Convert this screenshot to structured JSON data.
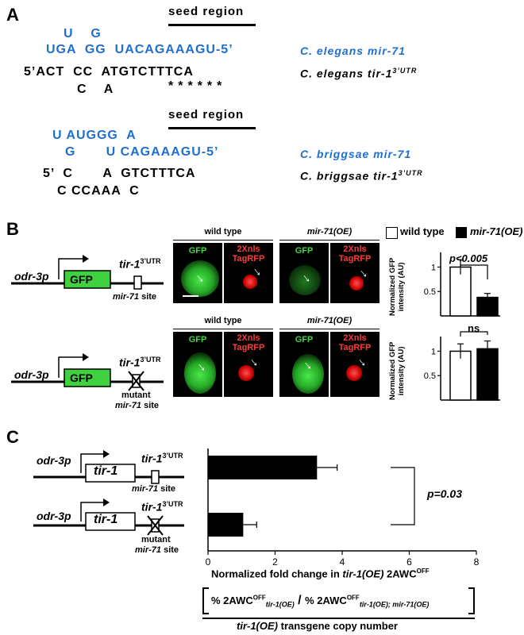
{
  "panelA": {
    "letter": "A",
    "group1": {
      "seed_label": "seed region",
      "mir_top": "U    G",
      "mir_seq": "UGA  GG  UACAGAAAGU-5’",
      "target_seq": "5’ACT  CC  ATGTCTTTCA",
      "stars": "******",
      "target_bottom": "C    A",
      "mir_name": "C. elegans mir-71",
      "target_name": "C. elegans tir-1",
      "target_sup": "3’UTR"
    },
    "group2": {
      "seed_label": "seed region",
      "mir_top": "U AUGGG  A",
      "mir_seq": "G       U CAGAAAGU-5’",
      "target_seq": "5’  C       A  GTCTTTCA",
      "target_bottom": "C CCAAA  C",
      "mir_name": "C. briggsae mir-71",
      "target_name": "C. briggsae tir-1",
      "target_sup": "3’UTR"
    }
  },
  "panelB": {
    "letter": "B",
    "construct1": {
      "promoter": "odr-3p",
      "reporter": "GFP",
      "utr": "tir-1",
      "utr_sup": "3’UTR",
      "site": "mir-71 site",
      "site_italic": "mir-71",
      "site_rest": " site"
    },
    "construct2": {
      "promoter": "odr-3p",
      "reporter": "GFP",
      "utr": "tir-1",
      "utr_sup": "3’UTR",
      "mutant": "mutant",
      "site_italic": "mir-71",
      "site_rest": " site"
    },
    "row1": {
      "wt": "wild type",
      "oe": "mir-71(OE)",
      "gfp": "GFP",
      "rfp": "2Xnls\nTagRFP"
    },
    "row2": {
      "wt": "wild type",
      "oe": "mir-71(OE)",
      "gfp": "GFP",
      "rfp": "2Xnls\nTagRFP"
    },
    "legend": {
      "wt": "wild type",
      "oe": "mir-71(OE)"
    },
    "chart1": {
      "pvalue": "p<0.005",
      "ylabel": "Normalized GFP\nintensity (AU)"
    },
    "chart2": {
      "pvalue": "ns",
      "ylabel": "Normalized GFP\nintensity (AU)"
    }
  },
  "panelC": {
    "letter": "C",
    "construct1": {
      "promoter": "odr-3p",
      "gene": "tir-1",
      "utr": "tir-1",
      "utr_sup": "3’UTR",
      "site_italic": "mir-71",
      "site_rest": " site"
    },
    "construct2": {
      "promoter": "odr-3p",
      "gene": "tir-1",
      "utr": "tir-1",
      "utr_sup": "3’UTR",
      "mutant": "mutant",
      "site_italic": "mir-71",
      "site_rest": " site"
    },
    "pvalue": "p=0.03",
    "xlabel_pre": "Normalized fold change in ",
    "xlabel_it": "tir-1(OE)",
    "xlabel_post": " 2AWC",
    "xlabel_sup": "OFF",
    "formula_a": "% 2AWC",
    "formula_a_sup": "OFF",
    "formula_a_sub": "tir-1(OE)",
    "formula_slash": " / ",
    "formula_b": "% 2AWC",
    "formula_b_sup": "OFF",
    "formula_b_sub": "tir-1(OE); mir-71(OE)",
    "formula_denom_it": "tir-1(OE)",
    "formula_denom_rest": " transgene copy number"
  },
  "chart_data": [
    {
      "type": "bar",
      "categories": [
        "wild type",
        "mir-71(OE)"
      ],
      "values": [
        1.0,
        0.38
      ],
      "errors": [
        0.15,
        0.08
      ],
      "ylabel": "Normalized GFP intensity (AU)",
      "yticks": [
        "1",
        "0.5"
      ],
      "ylim": [
        0,
        1.3
      ],
      "annotation": "p<0.005",
      "colors": [
        "#ffffff",
        "#000000"
      ]
    },
    {
      "type": "bar",
      "categories": [
        "wild type",
        "mir-71(OE)"
      ],
      "values": [
        1.0,
        1.05
      ],
      "errors": [
        0.15,
        0.16
      ],
      "ylabel": "Normalized GFP intensity (AU)",
      "yticks": [
        "1",
        "0.5"
      ],
      "ylim": [
        0,
        1.3
      ],
      "annotation": "ns",
      "colors": [
        "#ffffff",
        "#000000"
      ]
    },
    {
      "type": "bar",
      "orientation": "horizontal",
      "categories": [
        "tir-1 3'UTR with mir-71 site",
        "tir-1 3'UTR with mutant mir-71 site"
      ],
      "values": [
        3.25,
        1.05
      ],
      "errors": [
        0.6,
        0.4
      ],
      "xticks": [
        "0",
        "2",
        "4",
        "6",
        "8"
      ],
      "xlim": [
        0,
        8
      ],
      "annotation": "p=0.03",
      "colors": [
        "#000000",
        "#000000"
      ]
    }
  ]
}
